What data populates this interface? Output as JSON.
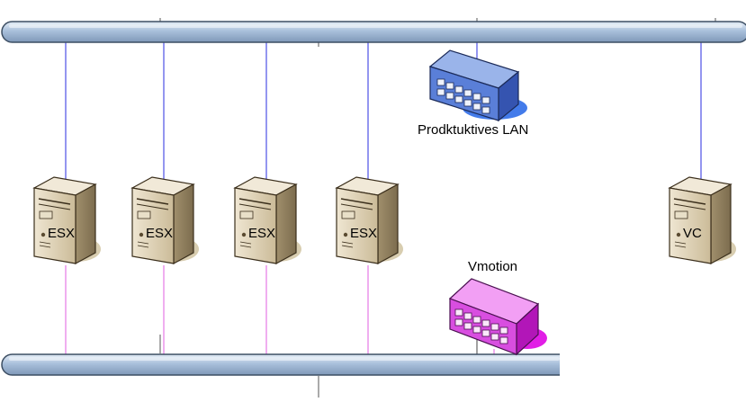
{
  "diagram": {
    "switches": [
      {
        "name": "production-lan-switch",
        "label": "Prodktuktives LAN",
        "color": "#4a6fd8"
      },
      {
        "name": "vmotion-switch",
        "label": "Vmotion",
        "color": "#e11ee6"
      }
    ],
    "servers": [
      {
        "name": "server-esx-1",
        "label": "ESX"
      },
      {
        "name": "server-esx-2",
        "label": "ESX"
      },
      {
        "name": "server-esx-3",
        "label": "ESX"
      },
      {
        "name": "server-esx-4",
        "label": "ESX"
      },
      {
        "name": "server-vc",
        "label": "VC"
      }
    ],
    "colors": {
      "bus_fill": "#b7cce3",
      "bus_stroke": "#3c4e63",
      "lan_link": "#2a2ee0",
      "vmotion_link": "#e05ce0",
      "server_body": "#ddd0b3",
      "server_shadow": "#d8cdb0"
    }
  }
}
